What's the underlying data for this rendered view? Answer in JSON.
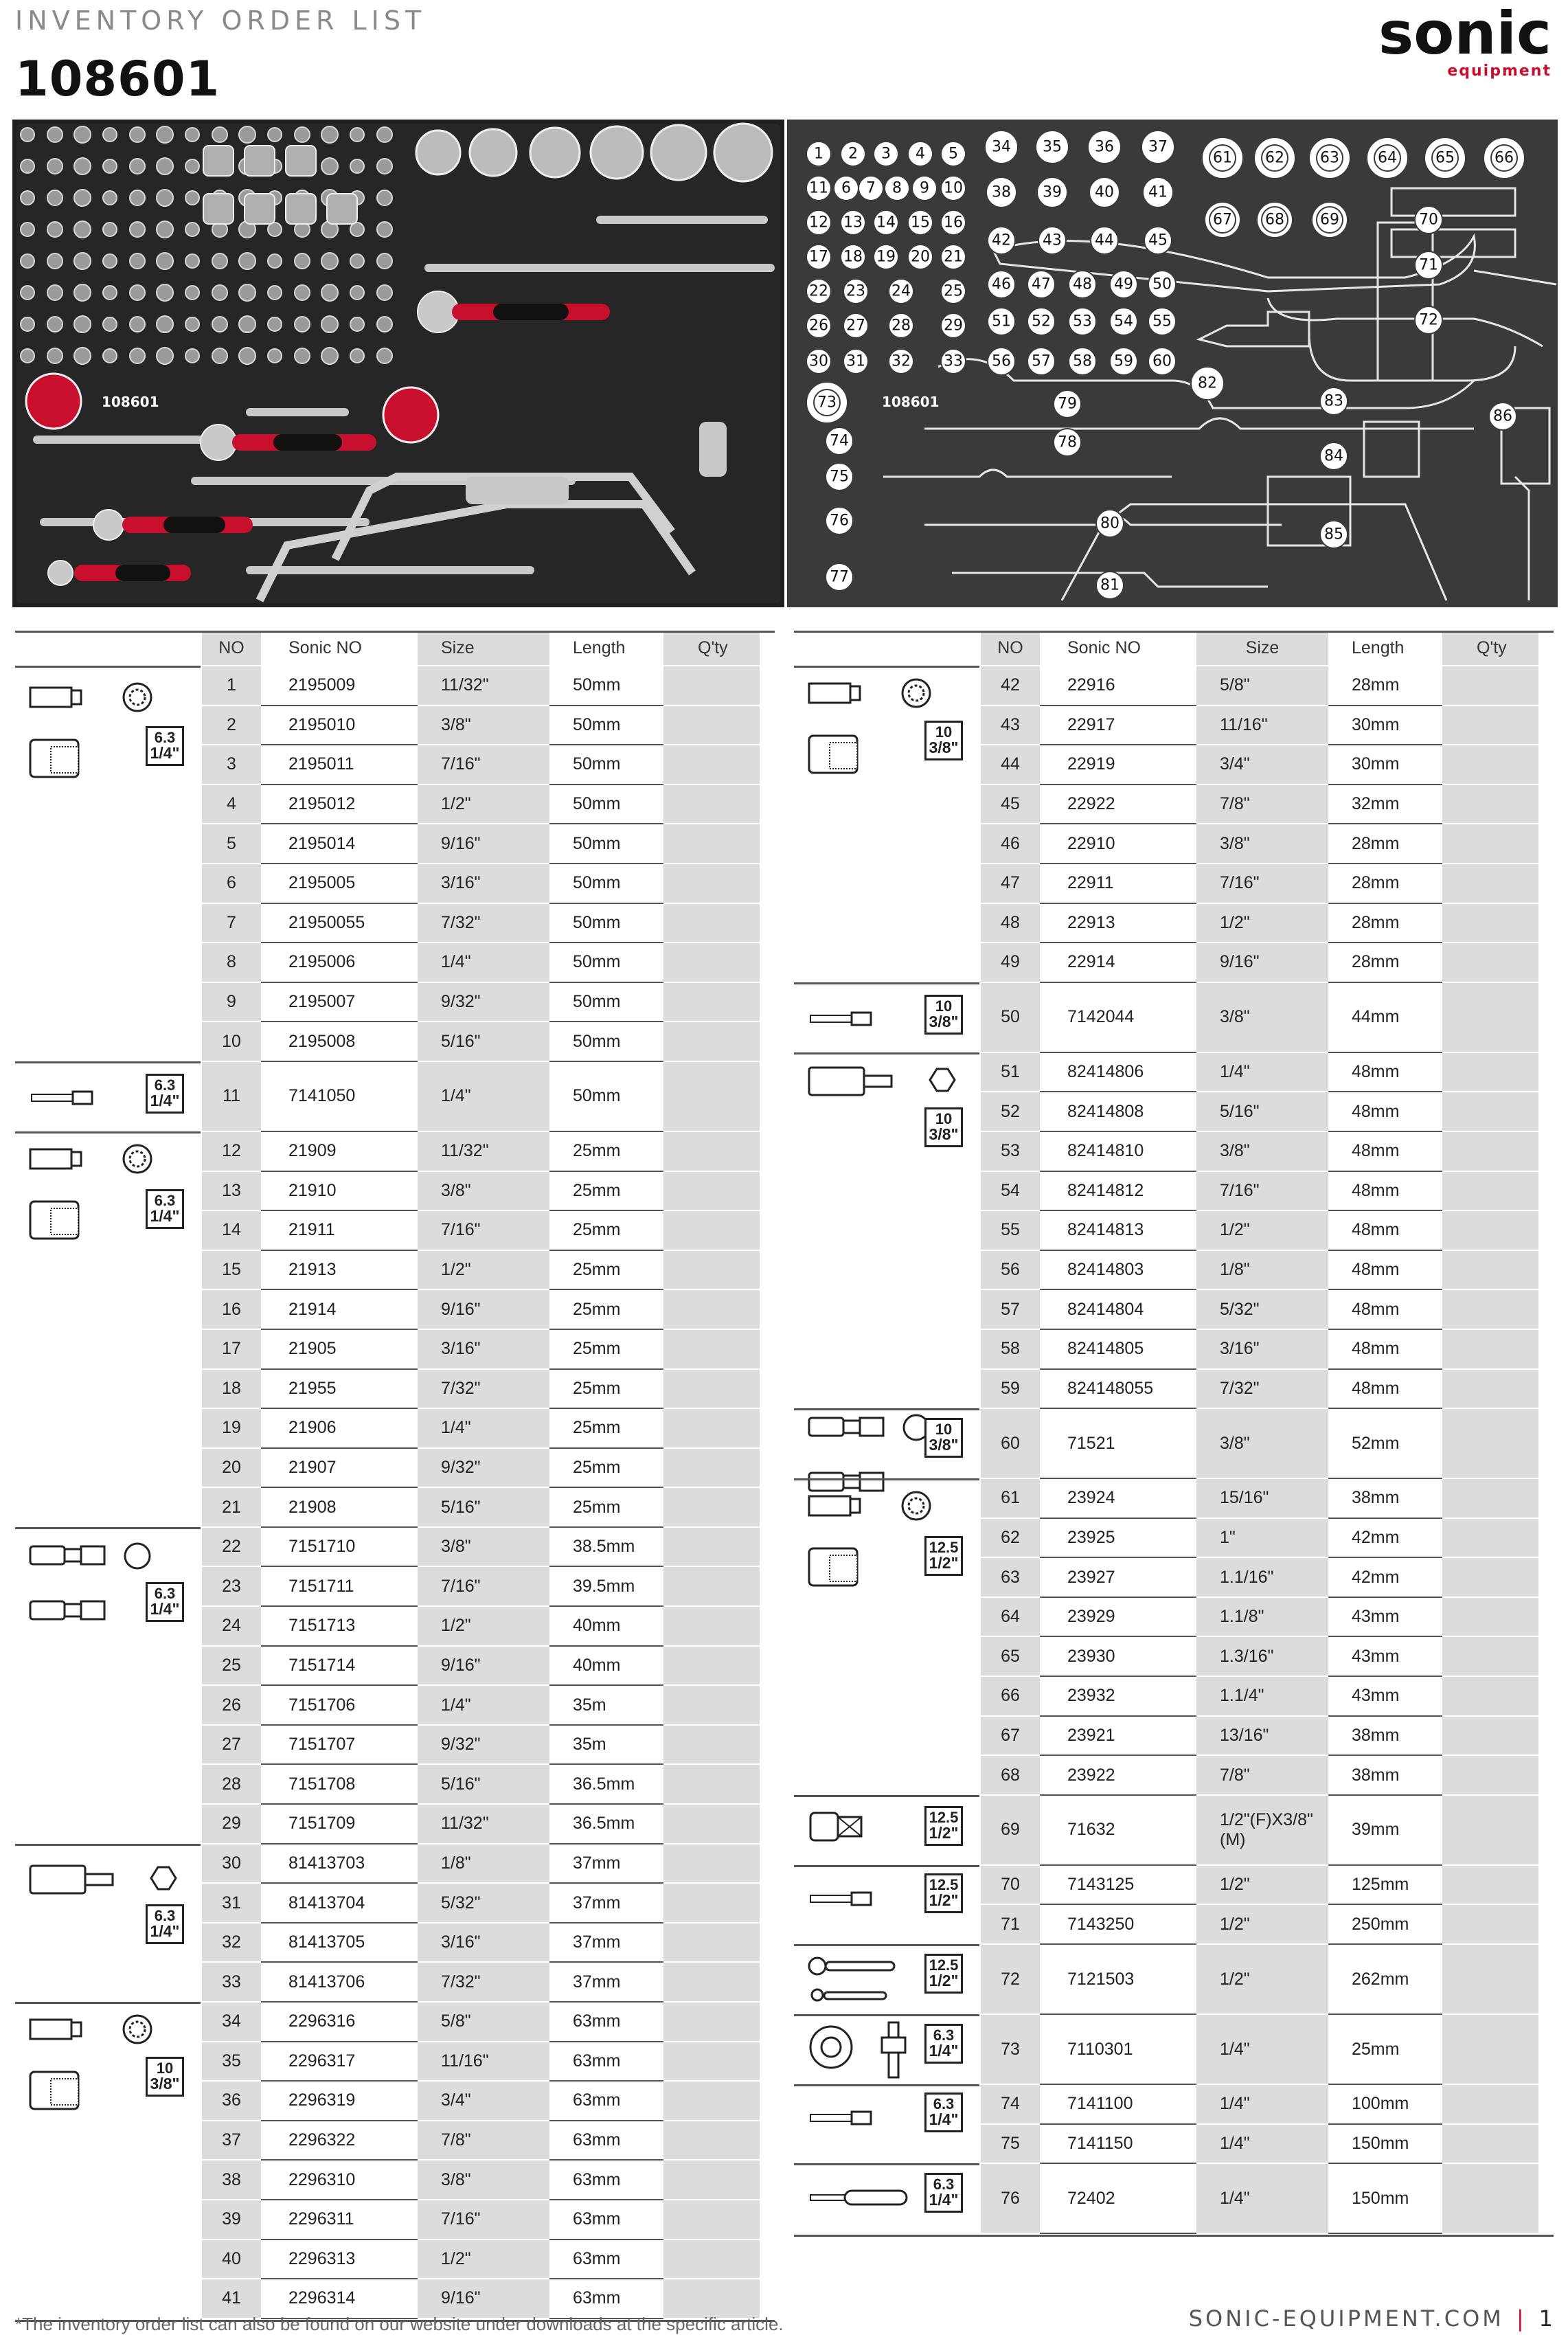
{
  "header": {
    "subtitle": "INVENTORY ORDER LIST",
    "title": "108601",
    "brand": "sonic",
    "brand_sub": "equipment"
  },
  "photo": {
    "tray_label": "108601"
  },
  "diagram": {
    "tray_label": "108601"
  },
  "columns": {
    "no": "NO",
    "sonic": "Sonic NO",
    "size": "Size",
    "length": "Length",
    "qty": "Q'ty"
  },
  "drives": {
    "d63": [
      "6.3",
      "1/4\""
    ],
    "d10": [
      "10",
      "3/8\""
    ],
    "d125": [
      "12.5",
      "1/2\""
    ]
  },
  "left_rows": [
    [
      "1",
      "2195009",
      "11/32\"",
      "50mm"
    ],
    [
      "2",
      "2195010",
      "3/8\"",
      "50mm"
    ],
    [
      "3",
      "2195011",
      "7/16\"",
      "50mm"
    ],
    [
      "4",
      "2195012",
      "1/2\"",
      "50mm"
    ],
    [
      "5",
      "2195014",
      "9/16\"",
      "50mm"
    ],
    [
      "6",
      "2195005",
      "3/16\"",
      "50mm"
    ],
    [
      "7",
      "21950055",
      "7/32\"",
      "50mm"
    ],
    [
      "8",
      "2195006",
      "1/4\"",
      "50mm"
    ],
    [
      "9",
      "2195007",
      "9/32\"",
      "50mm"
    ],
    [
      "10",
      "2195008",
      "5/16\"",
      "50mm"
    ],
    [
      "11",
      "7141050",
      "1/4\"",
      "50mm"
    ],
    [
      "12",
      "21909",
      "11/32\"",
      "25mm"
    ],
    [
      "13",
      "21910",
      "3/8\"",
      "25mm"
    ],
    [
      "14",
      "21911",
      "7/16\"",
      "25mm"
    ],
    [
      "15",
      "21913",
      "1/2\"",
      "25mm"
    ],
    [
      "16",
      "21914",
      "9/16\"",
      "25mm"
    ],
    [
      "17",
      "21905",
      "3/16\"",
      "25mm"
    ],
    [
      "18",
      "21955",
      "7/32\"",
      "25mm"
    ],
    [
      "19",
      "21906",
      "1/4\"",
      "25mm"
    ],
    [
      "20",
      "21907",
      "9/32\"",
      "25mm"
    ],
    [
      "21",
      "21908",
      "5/16\"",
      "25mm"
    ],
    [
      "22",
      "7151710",
      "3/8\"",
      "38.5mm"
    ],
    [
      "23",
      "7151711",
      "7/16\"",
      "39.5mm"
    ],
    [
      "24",
      "7151713",
      "1/2\"",
      "40mm"
    ],
    [
      "25",
      "7151714",
      "9/16\"",
      "40mm"
    ],
    [
      "26",
      "7151706",
      "1/4\"",
      "35m"
    ],
    [
      "27",
      "7151707",
      "9/32\"",
      "35m"
    ],
    [
      "28",
      "7151708",
      "5/16\"",
      "36.5mm"
    ],
    [
      "29",
      "7151709",
      "11/32\"",
      "36.5mm"
    ],
    [
      "30",
      "81413703",
      "1/8\"",
      "37mm"
    ],
    [
      "31",
      "81413704",
      "5/32\"",
      "37mm"
    ],
    [
      "32",
      "81413705",
      "3/16\"",
      "37mm"
    ],
    [
      "33",
      "81413706",
      "7/32\"",
      "37mm"
    ],
    [
      "34",
      "2296316",
      "5/8\"",
      "63mm"
    ],
    [
      "35",
      "2296317",
      "11/16\"",
      "63mm"
    ],
    [
      "36",
      "2296319",
      "3/4\"",
      "63mm"
    ],
    [
      "37",
      "2296322",
      "7/8\"",
      "63mm"
    ],
    [
      "38",
      "2296310",
      "3/8\"",
      "63mm"
    ],
    [
      "39",
      "2296311",
      "7/16\"",
      "63mm"
    ],
    [
      "40",
      "2296313",
      "1/2\"",
      "63mm"
    ],
    [
      "41",
      "2296314",
      "9/16\"",
      "63mm"
    ]
  ],
  "right_rows": [
    [
      "42",
      "22916",
      "5/8\"",
      "28mm"
    ],
    [
      "43",
      "22917",
      "11/16\"",
      "30mm"
    ],
    [
      "44",
      "22919",
      "3/4\"",
      "30mm"
    ],
    [
      "45",
      "22922",
      "7/8\"",
      "32mm"
    ],
    [
      "46",
      "22910",
      "3/8\"",
      "28mm"
    ],
    [
      "47",
      "22911",
      "7/16\"",
      "28mm"
    ],
    [
      "48",
      "22913",
      "1/2\"",
      "28mm"
    ],
    [
      "49",
      "22914",
      "9/16\"",
      "28mm"
    ],
    [
      "50",
      "7142044",
      "3/8\"",
      "44mm"
    ],
    [
      "51",
      "82414806",
      "1/4\"",
      "48mm"
    ],
    [
      "52",
      "82414808",
      "5/16\"",
      "48mm"
    ],
    [
      "53",
      "82414810",
      "3/8\"",
      "48mm"
    ],
    [
      "54",
      "82414812",
      "7/16\"",
      "48mm"
    ],
    [
      "55",
      "82414813",
      "1/2\"",
      "48mm"
    ],
    [
      "56",
      "82414803",
      "1/8\"",
      "48mm"
    ],
    [
      "57",
      "82414804",
      "5/32\"",
      "48mm"
    ],
    [
      "58",
      "82414805",
      "3/16\"",
      "48mm"
    ],
    [
      "59",
      "824148055",
      "7/32\"",
      "48mm"
    ],
    [
      "60",
      "71521",
      "3/8\"",
      "52mm"
    ],
    [
      "61",
      "23924",
      "15/16\"",
      "38mm"
    ],
    [
      "62",
      "23925",
      "1\"",
      "42mm"
    ],
    [
      "63",
      "23927",
      "1.1/16\"",
      "42mm"
    ],
    [
      "64",
      "23929",
      "1.1/8\"",
      "43mm"
    ],
    [
      "65",
      "23930",
      "1.3/16\"",
      "43mm"
    ],
    [
      "66",
      "23932",
      "1.1/4\"",
      "43mm"
    ],
    [
      "67",
      "23921",
      "13/16\"",
      "38mm"
    ],
    [
      "68",
      "23922",
      "7/8\"",
      "38mm"
    ],
    [
      "69",
      "71632",
      "1/2\"(F)X3/8\"(M)",
      "39mm"
    ],
    [
      "70",
      "7143125",
      "1/2\"",
      "125mm"
    ],
    [
      "71",
      "7143250",
      "1/2\"",
      "250mm"
    ],
    [
      "72",
      "7121503",
      "1/2\"",
      "262mm"
    ],
    [
      "73",
      "7110301",
      "1/4\"",
      "25mm"
    ],
    [
      "74",
      "7141100",
      "1/4\"",
      "100mm"
    ],
    [
      "75",
      "7141150",
      "1/4\"",
      "150mm"
    ],
    [
      "76",
      "72402",
      "1/4\"",
      "150mm"
    ]
  ],
  "footer": {
    "note": "*The inventory order list can also be found on our website under downloads at the specific article.",
    "site": "SONIC-EQUIPMENT.COM",
    "page": "1"
  }
}
